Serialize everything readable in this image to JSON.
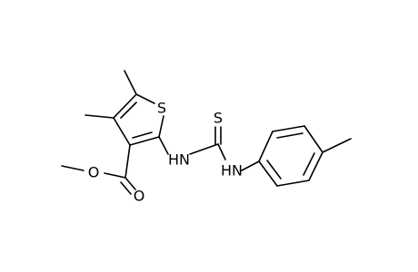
{
  "molecule": {
    "atoms": {
      "s_ring": "S",
      "nh_left": "HN",
      "s_thio": "S",
      "nh_right": "HN",
      "o_ether": "O",
      "o_carbonyl": "O"
    }
  },
  "colors": {
    "bond": "#000000",
    "label": "#000000",
    "background": "#ffffff"
  }
}
